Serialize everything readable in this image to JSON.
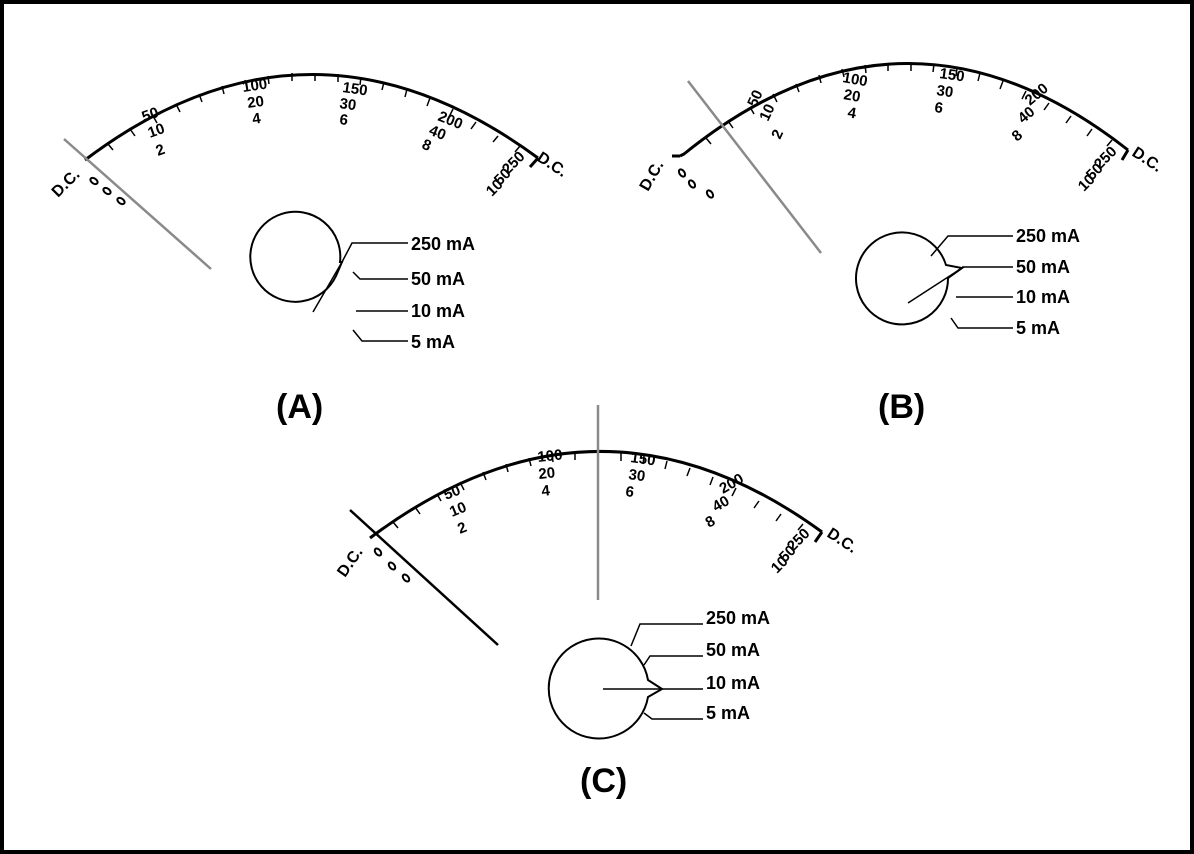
{
  "figure": {
    "meters": [
      {
        "id": "A",
        "caption": "(A)",
        "dc_label": "D.C.",
        "scale_rows": [
          [
            "50",
            "100",
            "150",
            "200",
            "250"
          ],
          [
            "10",
            "20",
            "30",
            "40",
            "50"
          ],
          [
            "2",
            "4",
            "6",
            "8",
            "10"
          ]
        ],
        "switch_ranges": [
          "250 mA",
          "50 mA",
          "10 mA",
          "5 mA"
        ],
        "selected_range": "250 mA",
        "pointer_position": "left of zero (resting outside the scale)"
      },
      {
        "id": "B",
        "caption": "(B)",
        "dc_label": "D.C.",
        "scale_rows": [
          [
            "50",
            "100",
            "150",
            "200",
            "250"
          ],
          [
            "10",
            "20",
            "30",
            "40",
            "50"
          ],
          [
            "2",
            "4",
            "6",
            "8",
            "10"
          ]
        ],
        "switch_ranges": [
          "250 mA",
          "50 mA",
          "10 mA",
          "5 mA"
        ],
        "selected_range": "50 mA",
        "pointer_position": "just right of zero"
      },
      {
        "id": "C",
        "caption": "(C)",
        "dc_label": "D.C.",
        "scale_rows": [
          [
            "50",
            "100",
            "150",
            "200",
            "250"
          ],
          [
            "10",
            "20",
            "30",
            "40",
            "50"
          ],
          [
            "2",
            "4",
            "6",
            "8",
            "10"
          ]
        ],
        "switch_ranges": [
          "250 mA",
          "50 mA",
          "10 mA",
          "5 mA"
        ],
        "selected_range": "10 mA",
        "pointer_position": "left of zero (resting outside the scale)",
        "second_pointer_position": "mid-scale, between 100 and 150 on the top row"
      }
    ]
  }
}
